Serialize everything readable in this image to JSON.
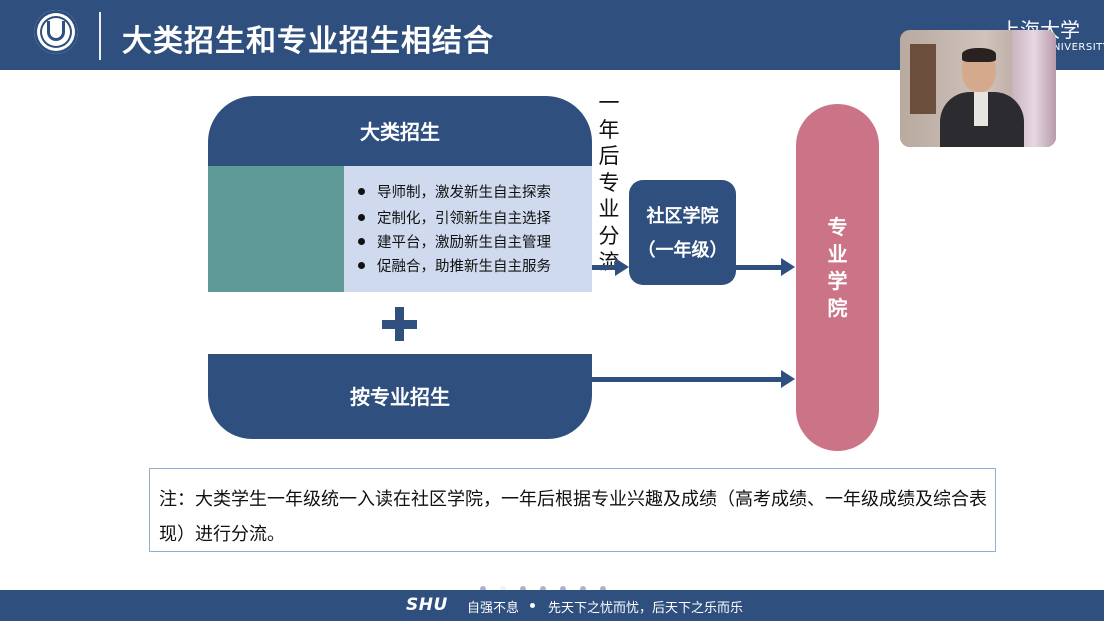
{
  "header": {
    "title": "大类招生和专业招生相结合",
    "university_cn": "上海大学",
    "university_en": "UNIVERSITY"
  },
  "diagram": {
    "dalei": {
      "title": "大类招生",
      "bullets": [
        "导师制，激发新生自主探索",
        "定制化，引领新生自主选择",
        "建平台，激励新生自主管理",
        "促融合，助推新生自主服务"
      ]
    },
    "plus_symbol": "+",
    "zhuanye_title": "按专业招生",
    "vertical_label": "一年后专业分流",
    "community": {
      "line1": "社区学院",
      "line2": "（一年级）"
    },
    "major_school": "专业学院",
    "colors": {
      "navy": "#2f4f7f",
      "teal": "#5f9a98",
      "light_blue": "#cfdaee",
      "pink": "#cb7487"
    }
  },
  "note": "注：大类学生一年级统一入读在社区学院，一年后根据专业兴趣及成绩（高考成绩、一年级成绩及综合表现）进行分流。",
  "footer": {
    "brand": "SHU",
    "slogan1": "自强不息",
    "slogan2": "先天下之忧而忧，后天下之乐而乐"
  }
}
